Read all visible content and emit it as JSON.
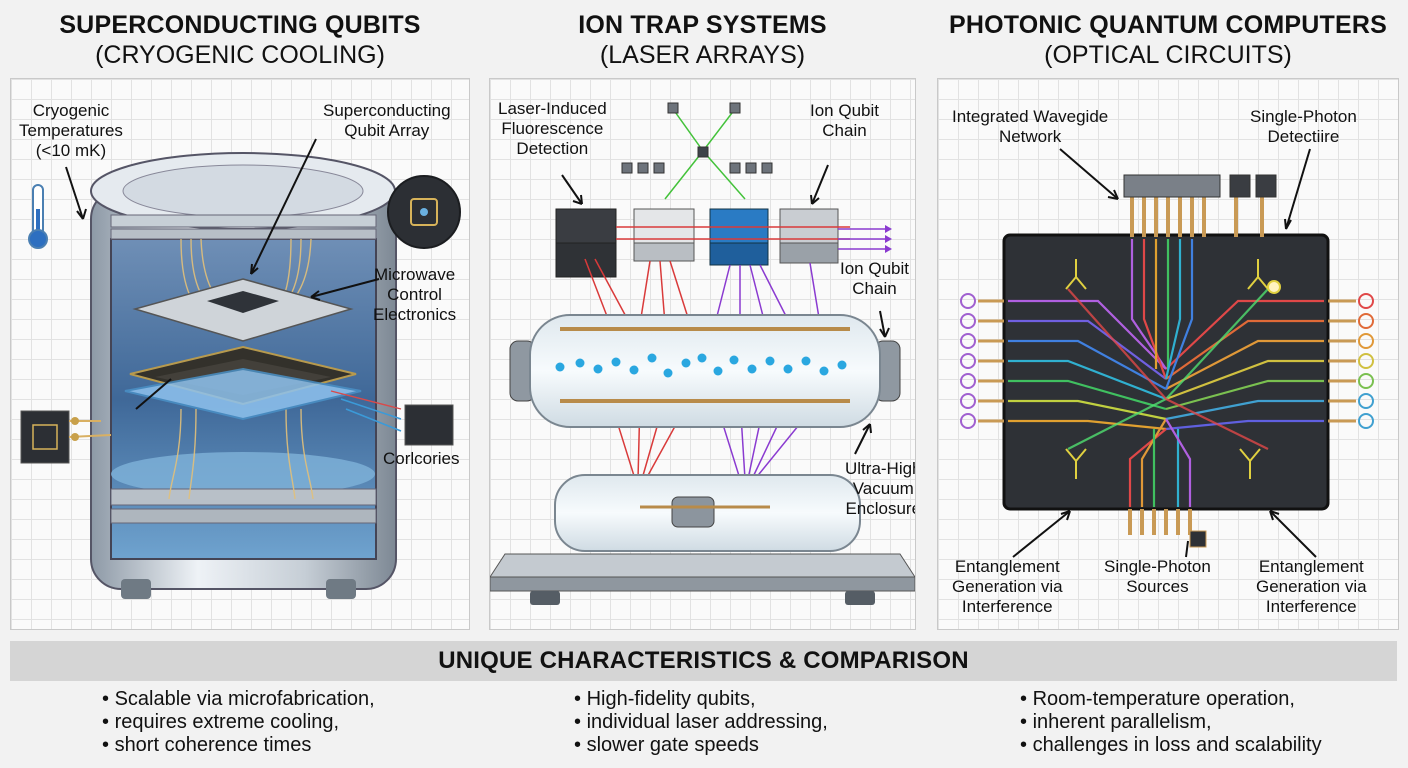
{
  "columns": [
    {
      "title": "SUPERCONDUCTING QUBITS",
      "subtitle": "(CRYOGENIC COOLING)",
      "labels": {
        "cryo_temps": "Cryogenic\nTemperatures\n(<10 mK)",
        "qubit_array": "Superconducting\nQubit Array",
        "microwave": "Microwave\nControl\nElectronics",
        "corlcories": "Corlcories"
      },
      "icons": [
        "thermometer-icon",
        "chip-icon"
      ]
    },
    {
      "title": "ION TRAP SYSTEMS",
      "subtitle": "(LASER ARRAYS)",
      "labels": {
        "fluorescence": "Laser-Induced\nFluorescence\nDetection",
        "ion_chain_top": "Ion Qubit\nChain",
        "ion_chain_mid": "Ion Qubit\nChain",
        "vacuum": "Ultra-High\nVacuum\nEnclosure"
      }
    },
    {
      "title": "PHOTONIC QUANTUM COMPUTERS",
      "subtitle": "(OPTICAL CIRCUITS)",
      "labels": {
        "waveguide": "Integrated Wavegide\nNetwork",
        "detector": "Single-Photon\nDetectiire",
        "entangle_left": "Entanglement\nGeneration via\nInterference",
        "sources": "Single-Photon\nSources",
        "entangle_right": "Entanglement\nGeneration via\nInterference"
      }
    }
  ],
  "comparison": {
    "heading": "UNIQUE CHARACTERISTICS & COMPARISON",
    "superconducting": [
      "Scalable via microfabrication,",
      "requires extreme cooling,",
      "short coherence times"
    ],
    "ion_trap": [
      "High-fidelity qubits,",
      "individual laser addressing,",
      "slower gate speeds"
    ],
    "photonic": [
      "Room-temperature operation,",
      "inherent parallelism,",
      "challenges in loss and scalability"
    ]
  },
  "colors": {
    "red_laser": "#d93a3a",
    "purple_laser": "#8a3ad0",
    "ion_blue": "#2aa7e0",
    "cryo_blue": "#3d6ea8",
    "chip_dark": "#2e3136"
  }
}
